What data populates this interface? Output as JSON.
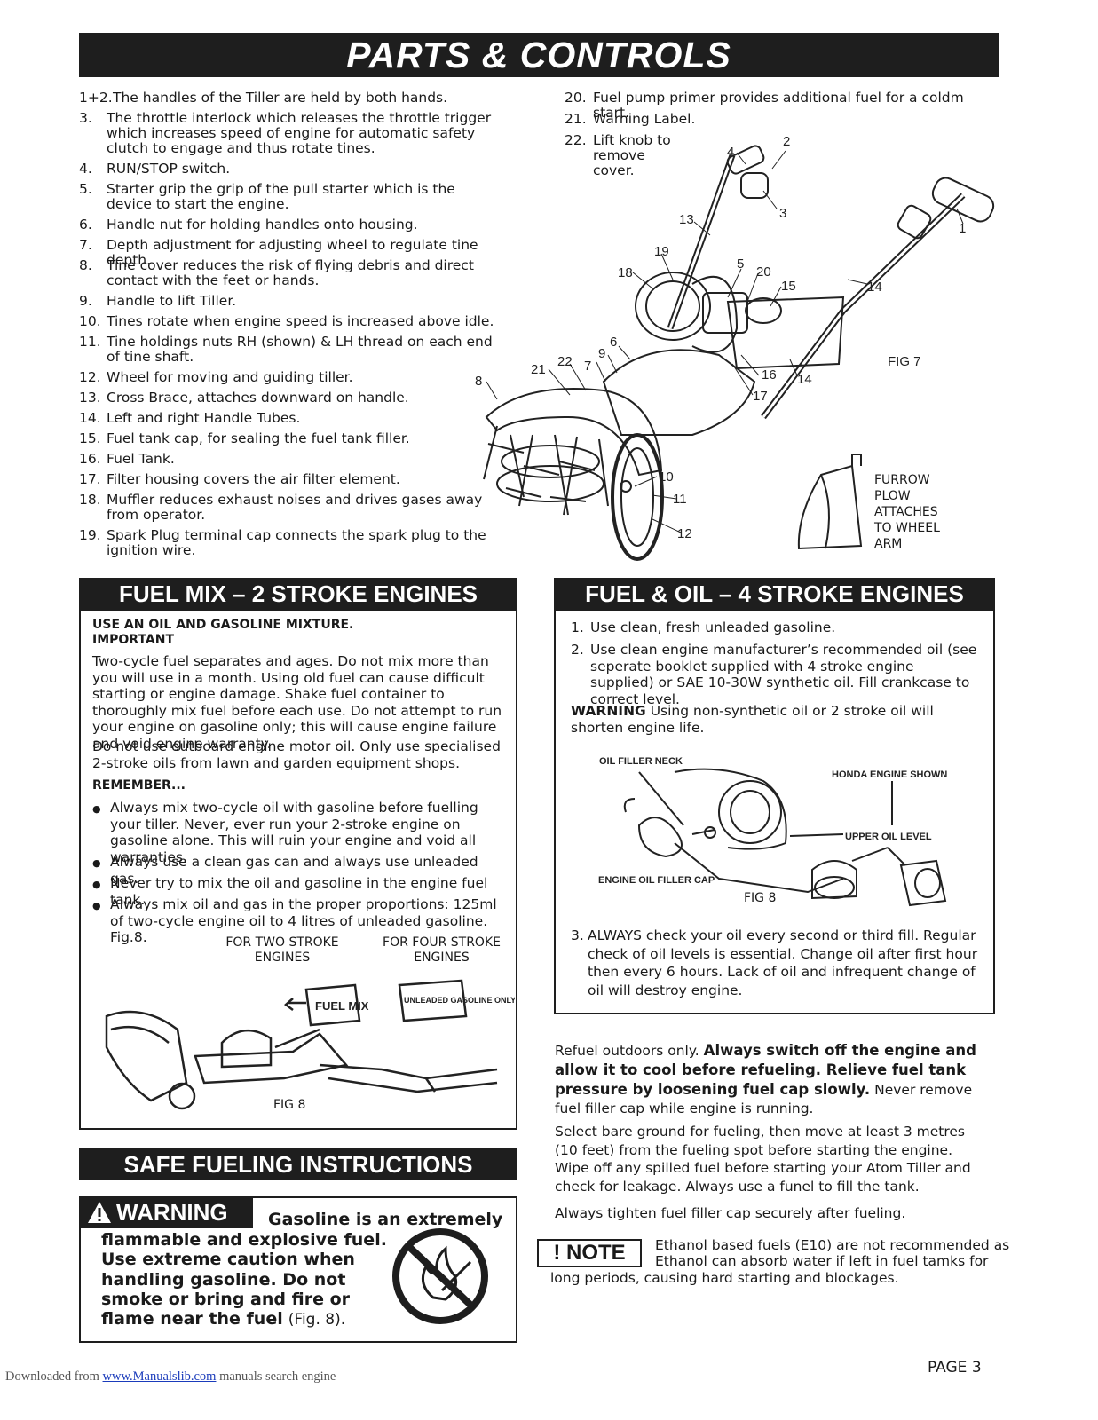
{
  "header": {
    "title": "PARTS & CONTROLS"
  },
  "parts_left": [
    {
      "num": "1+2.",
      "text": "The handles of the Tiller are held by both hands.",
      "lines": 1
    },
    {
      "num": "3.",
      "text": "The throttle interlock which releases the throttle trigger which increases speed of engine for automatic safety clutch to engage and thus rotate tines.",
      "lines": 3
    },
    {
      "num": "4.",
      "text": "RUN/STOP switch.",
      "lines": 1
    },
    {
      "num": "5.",
      "text": "Starter grip the grip of the pull starter which is the device to start the engine.",
      "lines": 2
    },
    {
      "num": "6.",
      "text": "Handle nut for holding handles onto housing.",
      "lines": 1
    },
    {
      "num": "7.",
      "text": "Depth adjustment for adjusting wheel to regulate tine depth.",
      "lines": 1
    },
    {
      "num": "8.",
      "text": "Tine cover reduces the risk of flying debris and direct contact with the feet or hands.",
      "lines": 2
    },
    {
      "num": "9.",
      "text": "Handle to lift Tiller.",
      "lines": 1
    },
    {
      "num": "10.",
      "text": "Tines rotate when engine speed is increased above idle.",
      "lines": 1
    },
    {
      "num": "11.",
      "text": "Tine holdings nuts RH (shown) & LH thread on each end of tine shaft.",
      "lines": 2
    },
    {
      "num": "12.",
      "text": "Wheel for moving and guiding tiller.",
      "lines": 1
    },
    {
      "num": "13.",
      "text": "Cross Brace, attaches downward on handle.",
      "lines": 1
    },
    {
      "num": "14.",
      "text": "Left and right Handle Tubes.",
      "lines": 1
    },
    {
      "num": "15.",
      "text": "Fuel tank cap, for sealing the fuel tank filler.",
      "lines": 1
    },
    {
      "num": "16.",
      "text": "Fuel Tank.",
      "lines": 1
    },
    {
      "num": "17.",
      "text": "Filter housing covers the air filter element.",
      "lines": 1
    },
    {
      "num": "18.",
      "text": "Muffler reduces exhaust noises and drives gases away from operator.",
      "lines": 2
    },
    {
      "num": "19.",
      "text": "Spark Plug terminal cap connects the spark plug to the ignition wire.",
      "lines": 2
    }
  ],
  "parts_right": [
    {
      "num": "20.",
      "text": "Fuel pump primer provides additional fuel for a coldm start."
    },
    {
      "num": "21.",
      "text": "Warning Label."
    },
    {
      "num": "22.",
      "text": "Lift knob to remove cover."
    }
  ],
  "fig7": {
    "label": "FIG 7",
    "callouts": [
      "1",
      "2",
      "3",
      "4",
      "5",
      "6",
      "7",
      "8",
      "9",
      "10",
      "11",
      "12",
      "13",
      "14",
      "14",
      "15",
      "16",
      "17",
      "18",
      "19",
      "20",
      "21",
      "22"
    ],
    "plow_text": "FURROW PLOW ATTACHES TO WHEEL ARM"
  },
  "fuel_mix": {
    "title": "FUEL MIX – 2 STROKE ENGINES",
    "heading1": "USE AN OIL AND GASOLINE MIXTURE.",
    "heading2": "IMPORTANT",
    "para1": "Two-cycle fuel separates and ages. Do not mix more than you will use in a month. Using old fuel can cause difficult starting or engine damage. Shake fuel container to thoroughly mix fuel before each use. Do not attempt to run your engine on gasoline only; this will cause engine failure and void engine warranty.",
    "para2": "Do not use outboard engine motor oil. Only use specialised 2-stroke oils from lawn and garden equipment shops.",
    "remember": "REMEMBER...",
    "bullets": [
      "Always mix two-cycle oil with gasoline before fuelling your tiller. Never, ever run your 2-stroke engine on gasoline alone. This will ruin your engine and void all warranties.",
      "Always use a clean gas can and always use unleaded gas.",
      "Never try to mix the oil and gasoline in the engine fuel tank.",
      "Always mix oil and gas in the proper proportions: 125ml of two-cycle engine oil to 4 litres of unleaded gasoline. Fig.8."
    ],
    "fig_label_two": "FOR TWO STROKE ENGINES",
    "fig_label_four": "FOR FOUR STROKE ENGINES",
    "can_text_1": "FUEL MIX",
    "can_text_2": "UNLEADED GASOLINE ONLY",
    "fig": "FIG 8"
  },
  "fuel_oil": {
    "title": "FUEL & OIL – 4 STROKE ENGINES",
    "items": [
      {
        "num": "1.",
        "text": "Use clean, fresh unleaded gasoline."
      },
      {
        "num": "2.",
        "text": "Use clean engine manufacturer’s recommended oil (see seperate booklet supplied with 4 stroke engine supplied) or SAE 10-30W synthetic oil. Fill crankcase to correct level."
      }
    ],
    "warning_label": "WARNING",
    "warning_text": "Using non-synthetic oil or 2 stroke oil will shorten engine life.",
    "fig_labels": {
      "neck": "OIL FILLER NECK",
      "honda": "HONDA ENGINE SHOWN",
      "upper": "UPPER OIL LEVEL",
      "cap": "ENGINE OIL FILLER CAP",
      "fig": "FIG 8"
    },
    "item3_num": "3.",
    "item3_text": "ALWAYS check your oil every second or third fill. Regular check of oil levels is essential. Change oil after first hour then every 6 hours. Lack of oil and infrequent change of oil will destroy engine."
  },
  "safe_fueling": {
    "title": "SAFE FUELING INSTRUCTIONS",
    "warning_badge": "WARNING",
    "warning_bold_1": "Gasoline is an extremely",
    "warning_bold_2": "flammable and explosive fuel.",
    "warning_bold_3": "Use extreme caution when",
    "warning_bold_4": "handling gasoline. Do not",
    "warning_bold_5": "smoke or bring and fire or",
    "warning_bold_6": "flame near the fuel",
    "warning_tail": "(Fig. 8)."
  },
  "right_text": {
    "p1_a": "Refuel outdoors only.",
    "p1_b": "Always switch off the engine and allow it to cool before refueling. Relieve fuel tank pressure by loosening fuel cap slowly.",
    "p1_c": "Never remove fuel filler cap while engine is running.",
    "p2": "Select bare ground for fueling, then move at least 3 metres (10 feet) from the fueling spot before starting the engine. Wipe off any spilled fuel before starting your Atom Tiller and check for leakage. Always use a funel to fill the tank.",
    "p3": "Always tighten fuel filler cap securely after fueling.",
    "note_badge": "! NOTE",
    "note_text_1": "Ethanol based fuels (E10) are not recommended as",
    "note_text_2": "Ethanol can absorb water if left in fuel tamks for",
    "note_text_3": "long periods, causing hard starting and blockages."
  },
  "footer": {
    "page": "PAGE 3",
    "download_prefix": "Downloaded from",
    "download_link": "www.Manualslib.com",
    "download_suffix": "manuals search engine"
  }
}
